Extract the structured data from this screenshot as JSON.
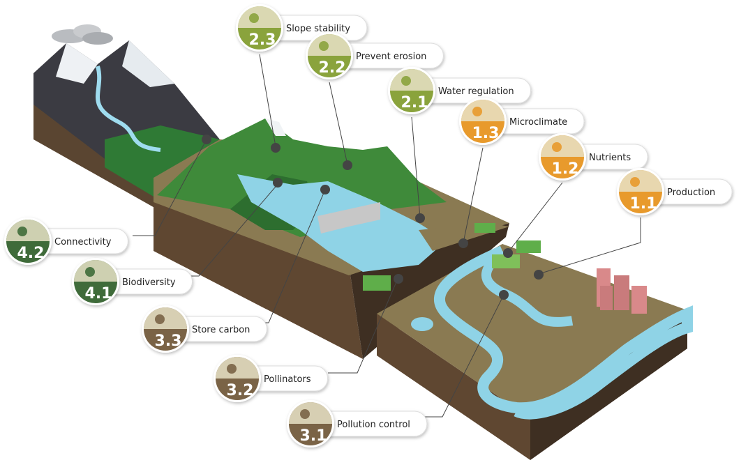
{
  "colors": {
    "production": "#e89a2c",
    "regulating": "#8aa33c",
    "supporting": "#7a6346",
    "cultural": "#3f6b3a",
    "soil": "#6b4f35",
    "ground": "#8a7a52",
    "forest": "#3f8a3a",
    "water": "#8fd3e6",
    "mountain": "#4a4a52"
  },
  "services": [
    {
      "id": "slope-stability",
      "label": "Slope stability",
      "number": "2.3",
      "group": "regulating",
      "icon": "rock-slope-icon"
    },
    {
      "id": "prevent-erosion",
      "label": "Prevent erosion",
      "number": "2.2",
      "group": "regulating",
      "icon": "seedling-icon"
    },
    {
      "id": "water-regulation",
      "label": "Water regulation",
      "number": "2.1",
      "group": "regulating",
      "icon": "waterfall-icon"
    },
    {
      "id": "microclimate",
      "label": "Microclimate",
      "number": "1.3",
      "group": "production",
      "icon": "tree-wind-icon"
    },
    {
      "id": "nutrients",
      "label": "Nutrients",
      "number": "1.2",
      "group": "production",
      "icon": "sprout-soil-icon"
    },
    {
      "id": "production",
      "label": "Production",
      "number": "1.1",
      "group": "production",
      "icon": "corn-fish-icon"
    },
    {
      "id": "connectivity",
      "label": "Connectivity",
      "number": "4.2",
      "group": "cultural",
      "icon": "trees-path-icon"
    },
    {
      "id": "biodiversity",
      "label": "Biodiversity",
      "number": "4.1",
      "group": "cultural",
      "icon": "tree-animals-icon"
    },
    {
      "id": "store-carbon",
      "label": "Store carbon",
      "number": "3.3",
      "group": "supporting",
      "icon": "tree-deer-icon"
    },
    {
      "id": "pollinators",
      "label": "Pollinators",
      "number": "3.2",
      "group": "supporting",
      "icon": "bee-worm-icon"
    },
    {
      "id": "pollution-control",
      "label": "Pollution control",
      "number": "3.1",
      "group": "supporting",
      "icon": "wetland-icon"
    }
  ]
}
